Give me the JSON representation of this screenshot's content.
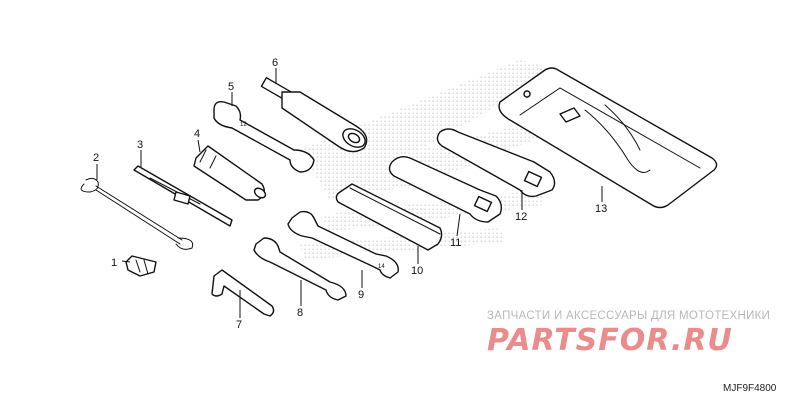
{
  "callouts": {
    "c1": "1",
    "c2": "2",
    "c3": "3",
    "c4": "4",
    "c5": "5",
    "c6": "6",
    "c7": "7",
    "c8": "8",
    "c9": "9",
    "c10": "10",
    "c11": "11",
    "c12": "12",
    "c13": "13"
  },
  "watermark": {
    "tagline": "ЗАПЧАСТИ И АКСЕССУАРЫ ДЛЯ МОТОТЕХНИКИ",
    "brand": "PARTSFOR.RU",
    "brand_color": "#e06060"
  },
  "diagram_code": "MJF9F4800",
  "background_logo": "honda-wing-logo"
}
